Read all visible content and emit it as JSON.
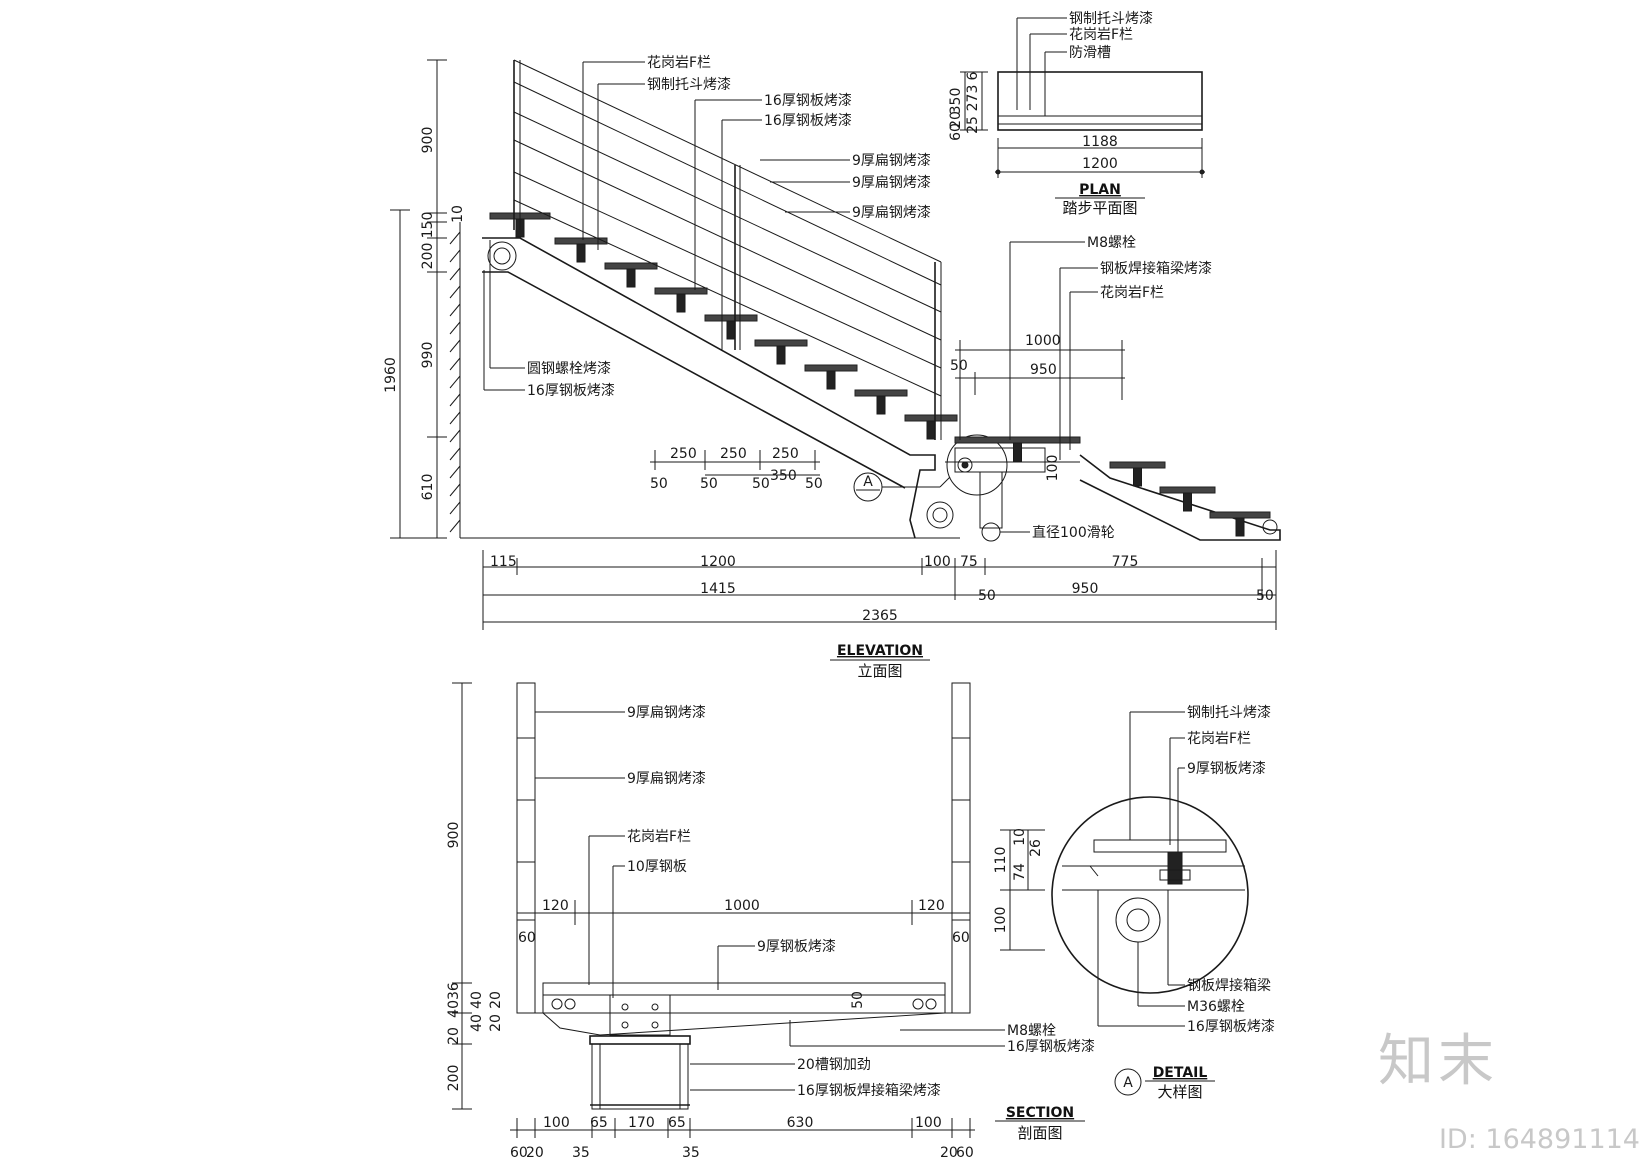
{
  "views": {
    "elevation": {
      "title": "ELEVATION",
      "subtitle": "立面图"
    },
    "plan": {
      "title": "PLAN",
      "subtitle": "踏步平面图"
    },
    "section": {
      "title": "SECTION",
      "subtitle": "剖面图"
    },
    "detail": {
      "title": "DETAIL",
      "subtitle": "大样图",
      "marker": "A"
    }
  },
  "elevation": {
    "labels": [
      "花岗岩F栏",
      "钢制托斗烤漆",
      "16厚钢板烤漆",
      "16厚钢板烤漆",
      "9厚扁钢烤漆",
      "9厚扁钢烤漆",
      "9厚扁钢烤漆",
      "M8螺栓",
      "钢板焊接箱梁烤漆",
      "花岗岩F栏",
      "圆钢螺栓烤漆",
      "16厚钢板烤漆",
      "直径100滑轮"
    ],
    "dims_left": [
      "900",
      "10",
      "150",
      "200",
      "990",
      "1960",
      "610"
    ],
    "dims_tread": [
      "250",
      "250",
      "250",
      "50",
      "50",
      "50",
      "350",
      "50"
    ],
    "dims_landing": [
      "1000",
      "50",
      "950",
      "100"
    ],
    "dims_bottom_row1": [
      "115",
      "1200",
      "100",
      "75",
      "775"
    ],
    "dims_bottom_row2": [
      "1415",
      "50",
      "950",
      "50"
    ],
    "dims_total": "2365",
    "marker": "A"
  },
  "plan": {
    "labels": [
      "钢制托斗烤漆",
      "花岗岩F栏",
      "防滑槽"
    ],
    "dims": [
      "350",
      "6",
      "273",
      "20",
      "60",
      "25",
      "1188",
      "1200"
    ]
  },
  "section": {
    "labels": [
      "9厚扁钢烤漆",
      "9厚扁钢烤漆",
      "花岗岩F栏",
      "10厚钢板",
      "9厚钢板烤漆",
      "M8螺栓",
      "16厚钢板烤漆",
      "20槽钢加劲",
      "16厚钢板焊接箱梁烤漆"
    ],
    "dims_left": [
      "900",
      "4036",
      "20",
      "40",
      "20",
      "20",
      "40",
      "200"
    ],
    "dims_mid": [
      "120",
      "1000",
      "120",
      "60",
      "60",
      "50"
    ],
    "dims_bottom_row1": [
      "100",
      "65",
      "170",
      "65",
      "630",
      "100"
    ],
    "dims_bottom_row2": [
      "60",
      "20",
      "35",
      "35",
      "20",
      "60"
    ]
  },
  "detail": {
    "labels": [
      "钢制托斗烤漆",
      "花岗岩F栏",
      "9厚钢板烤漆",
      "钢板焊接箱梁",
      "M36螺栓",
      "16厚钢板烤漆"
    ],
    "dims": [
      "110",
      "10",
      "26",
      "74",
      "100"
    ]
  },
  "watermark": {
    "logo": "知末",
    "id": "ID: 164891114"
  }
}
